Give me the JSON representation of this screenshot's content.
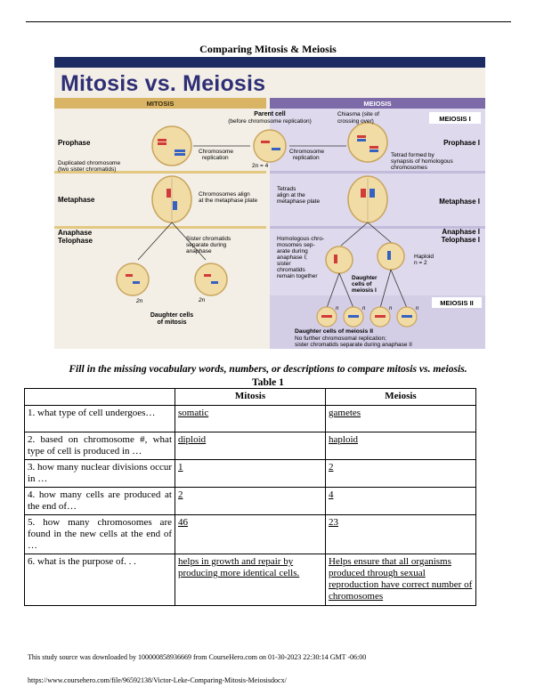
{
  "document_title": "Comparing Mitosis & Meiosis",
  "figure": {
    "heading": "Mitosis vs. Meiosis",
    "mitosis_header": "MITOSIS",
    "meiosis_header": "MEIOSIS",
    "parent_cell_line1": "Parent cell",
    "parent_cell_line2": "(before chromosome replication)",
    "chiasma_line1": "Chiasma (site of",
    "chiasma_line2": "crossing over)",
    "meiosis1_badge": "MEIOSIS I",
    "meiosis2_badge": "MEIOSIS II",
    "prophase": "Prophase",
    "prophase_i": "Prophase I",
    "duplicated_line1": "Duplicated chromosome",
    "duplicated_line2": "(two sister chromatids)",
    "chrom_rep_line1": "Chromosome",
    "chrom_rep_line2": "replication",
    "two_n_four": "2n = 4",
    "tetrad_line1": "Tetrad formed by",
    "tetrad_line2": "synapsis of homologous",
    "tetrad_line3": "chromosomes",
    "metaphase": "Metaphase",
    "metaphase_i": "Metaphase I",
    "align_line1": "Chromosomes align",
    "align_line2": "at the metaphase plate",
    "tetrads_line1": "Tetrads",
    "tetrads_line2": "align at the",
    "tetrads_line3": "metaphase plate",
    "anaphase": "Anaphase",
    "telophase": "Telophase",
    "anaphase_i": "Anaphase I",
    "telophase_i": "Telophase I",
    "sister_line1": "Sister chromatids",
    "sister_line2": "separate during",
    "sister_line3": "anaphase",
    "homolog_line1": "Homologous chro-",
    "homolog_line2": "mosomes sep-",
    "homolog_line3": "arate during",
    "homolog_line4": "anaphase I;",
    "homolog_line5": "sister",
    "homolog_line6": "chromatids",
    "homolog_line7": "remain together",
    "haploid_line1": "Haploid",
    "haploid_line2": "n = 2",
    "daughter_meiosis1_line1": "Daughter",
    "daughter_meiosis1_line2": "cells of",
    "daughter_meiosis1_line3": "meiosis I",
    "two_n": "2n",
    "n": "n",
    "daughter_mitosis_line1": "Daughter cells",
    "daughter_mitosis_line2": "of mitosis",
    "daughter_meiosis2": "Daughter cells of meiosis II",
    "no_further": "No further chromosomal replication;",
    "sister_anaphase2": "sister chromatids separate during anaphase II"
  },
  "instructions": "Fill in the missing vocabulary words, numbers, or descriptions to compare mitosis vs. meiosis.",
  "table": {
    "caption": "Table 1",
    "headers": [
      "",
      "Mitosis",
      "Meiosis"
    ],
    "rows": [
      {
        "question": "1. what type of cell undergoes…",
        "mitosis": "somatic",
        "meiosis": "gametes"
      },
      {
        "question": "2. based on chromosome #, what type of cell is produced in …",
        "mitosis": "diploid",
        "meiosis": "haploid"
      },
      {
        "question": "3. how many nuclear divisions occur in …",
        "mitosis": "1",
        "meiosis": "2"
      },
      {
        "question": "4. how many cells are produced at the end of…",
        "mitosis": "2",
        "meiosis": "4"
      },
      {
        "question": "5. how many chromosomes are found in the new cells at the end of …",
        "mitosis": "46",
        "meiosis": "23"
      },
      {
        "question": "6. what is the purpose of. . .",
        "mitosis": "helps in growth and repair by producing more identical cells.",
        "meiosis": "Helps ensure that all organisms produced through sexual reproduction have correct number of chromosomes"
      }
    ]
  },
  "footer": {
    "line1": "This study source was downloaded by 100000858936669 from CourseHero.com on 01-30-2023 22:30:14 GMT -06:00",
    "line2": "https://www.coursehero.com/file/96592138/Victor-Leke-Comparing-Mitosis-Meiosisdocx/"
  },
  "colors": {
    "title_bar": "#1d2b63",
    "heading": "#2f2f76",
    "mitosis_panel": "#f3efe6",
    "meiosis_panel": "#ded9ec",
    "section_band": "#e3c882",
    "cell_fill": "#f2dca6",
    "chrom_red": "#d23b3b",
    "chrom_blue": "#3562c2"
  }
}
